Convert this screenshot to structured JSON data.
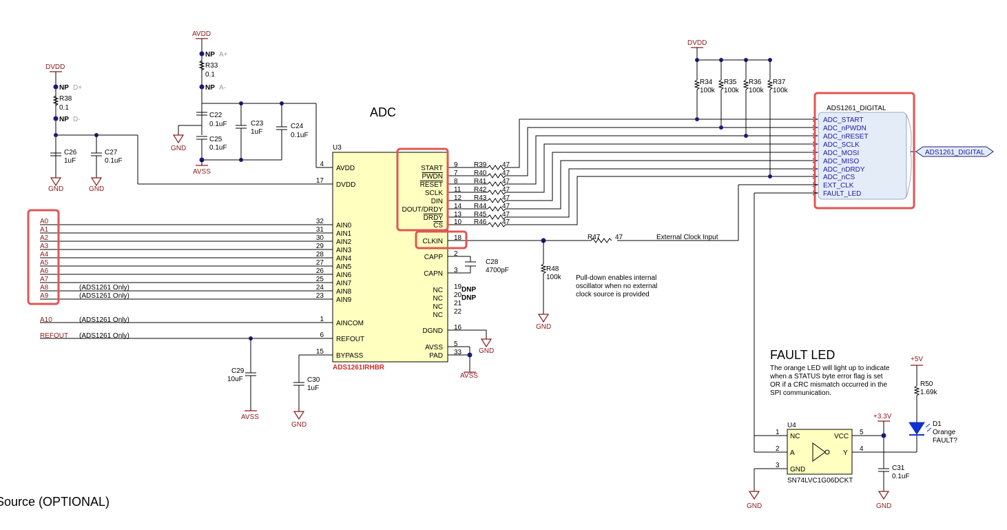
{
  "title": "ADC",
  "footer_text": "Source (OPTIONAL)",
  "ic_u3": {
    "ref": "U3",
    "part": "ADS1261IRHBR",
    "left_pins": [
      {
        "num": "4",
        "name": "AVDD"
      },
      {
        "num": "17",
        "name": "DVDD"
      },
      {
        "num": "32",
        "name": "AIN0"
      },
      {
        "num": "31",
        "name": "AIN1"
      },
      {
        "num": "30",
        "name": "AIN2"
      },
      {
        "num": "29",
        "name": "AIN3"
      },
      {
        "num": "28",
        "name": "AIN4"
      },
      {
        "num": "27",
        "name": "AIN5"
      },
      {
        "num": "26",
        "name": "AIN6"
      },
      {
        "num": "25",
        "name": "AIN7"
      },
      {
        "num": "24",
        "name": "AIN8"
      },
      {
        "num": "23",
        "name": "AIN9"
      },
      {
        "num": "1",
        "name": "AINCOM"
      },
      {
        "num": "6",
        "name": "REFOUT"
      },
      {
        "num": "15",
        "name": "BYPASS"
      }
    ],
    "right_pins": [
      {
        "num": "9",
        "name": "START"
      },
      {
        "num": "7",
        "name": "PWDN"
      },
      {
        "num": "8",
        "name": "RESET"
      },
      {
        "num": "11",
        "name": "SCLK"
      },
      {
        "num": "12",
        "name": "DIN"
      },
      {
        "num": "14",
        "name": "DOUT/DRDY"
      },
      {
        "num": "13",
        "name": "DRDY"
      },
      {
        "num": "10",
        "name": "CS"
      },
      {
        "num": "18",
        "name": "CLKIN"
      },
      {
        "num": "2",
        "name": "CAPP"
      },
      {
        "num": "3",
        "name": "CAPN"
      },
      {
        "num": "19",
        "name": "NC"
      },
      {
        "num": "20",
        "name": "NC"
      },
      {
        "num": "21",
        "name": "NC"
      },
      {
        "num": "22",
        "name": "NC"
      },
      {
        "num": "16",
        "name": "DGND"
      },
      {
        "num": "5",
        "name": "AVSS"
      },
      {
        "num": "33",
        "name": "PAD"
      }
    ]
  },
  "analog_inputs": [
    "A0",
    "A1",
    "A2",
    "A3",
    "A4",
    "A5",
    "A6",
    "A7",
    "A8",
    "A9"
  ],
  "ads1261_only_note": "(ADS1261 Only)",
  "a10_label": "A10",
  "refout_label": "REFOUT",
  "series_resistors": [
    {
      "ref": "R39",
      "value": "47"
    },
    {
      "ref": "R40",
      "value": "47"
    },
    {
      "ref": "R41",
      "value": "47"
    },
    {
      "ref": "R42",
      "value": "47"
    },
    {
      "ref": "R43",
      "value": "47"
    },
    {
      "ref": "R44",
      "value": "47"
    },
    {
      "ref": "R45",
      "value": "47"
    },
    {
      "ref": "R46",
      "value": "47"
    }
  ],
  "pullups": [
    {
      "ref": "R34",
      "value": "100k"
    },
    {
      "ref": "R35",
      "value": "100k"
    },
    {
      "ref": "R36",
      "value": "100k"
    },
    {
      "ref": "R37",
      "value": "100k"
    }
  ],
  "digital_bus": {
    "title": "ADS1261_DIGITAL",
    "port_label": "ADS1261_DIGITAL",
    "signals": [
      "ADC_START",
      "ADC_nPWDN",
      "ADC_nRESET",
      "ADC_SCLK",
      "ADC_MOSI",
      "ADC_MISO",
      "ADC_nDRDY",
      "ADC_nCS",
      "EXT_CLK",
      "FAULT_LED"
    ]
  },
  "clock": {
    "r47": "R47",
    "r47_value": "47",
    "input_label": "External Clock Input",
    "r48": "R48",
    "r48_value": "100k",
    "note_lines": [
      "Pull-down enables internal",
      "oscillator when no external",
      "clock source is provided"
    ]
  },
  "power_labels": {
    "dvdd": "DVDD",
    "avdd": "AVDD",
    "avss": "AVSS",
    "gnd": "GND",
    "p5v": "+5V",
    "p3v3": "+3.3V"
  },
  "np_parts": [
    {
      "label": "NP",
      "pin": "A+"
    },
    {
      "label": "NP",
      "pin": "A-"
    },
    {
      "label": "NP",
      "pin": "D+"
    },
    {
      "label": "NP",
      "pin": "D-"
    }
  ],
  "dnp_label": "DNP",
  "passives": {
    "r33": "R33",
    "r33_value": "0.1",
    "r38": "R38",
    "r38_value": "0.1",
    "c22": "C22",
    "c22_value": "0.1uF",
    "c23": "C23",
    "c23_value": "1uF",
    "c24": "C24",
    "c24_value": "0.1uF",
    "c25": "C25",
    "c25_value": "0.1uF",
    "c26": "C26",
    "c26_value": "1uF",
    "c27": "C27",
    "c27_value": "0.1uF",
    "c28": "C28",
    "c28_value": "4700pF",
    "c29": "C29",
    "c29_value": "10uF",
    "c30": "C30",
    "c30_value": "1uF",
    "c31": "C31",
    "c31_value": "0.1uF",
    "r50": "R50",
    "r50_value": "1.69k"
  },
  "fault_led": {
    "title": "FAULT LED",
    "desc_lines": [
      "The orange LED will light up to indicate",
      "when a STATUS byte error flag is set",
      "OR if a CRC mismatch occurred in the",
      "SPI communication."
    ],
    "u4": "U4",
    "u4_part": "SN74LVC1G06DCKT",
    "u4_pins": [
      {
        "num": "1",
        "name": "NC"
      },
      {
        "num": "2",
        "name": "A"
      },
      {
        "num": "3",
        "name": "GND"
      },
      {
        "num": "5",
        "name": "VCC"
      },
      {
        "num": "4",
        "name": "Y"
      }
    ],
    "d1": "D1",
    "d1_color": "Orange",
    "d1_label": "FAULT?"
  },
  "colors": {
    "wire": "#1a1a7a",
    "power": "#8b1a1a",
    "highlight": "#e05555",
    "part_fill": "#ffffc0",
    "bus_fill": "#e4ecf8",
    "part_name": "#d12a2a"
  }
}
